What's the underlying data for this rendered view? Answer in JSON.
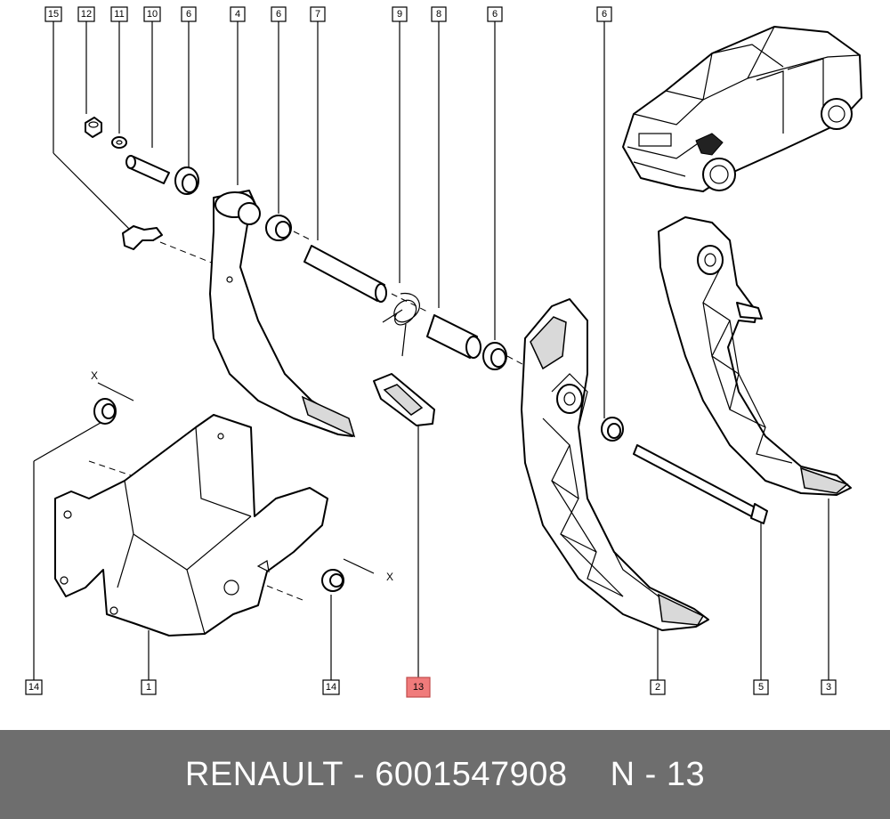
{
  "diagram": {
    "callouts": [
      {
        "id": "15",
        "highlight": false
      },
      {
        "id": "12",
        "highlight": false
      },
      {
        "id": "11",
        "highlight": false
      },
      {
        "id": "10",
        "highlight": false
      },
      {
        "id": "6a",
        "label": "6",
        "highlight": false
      },
      {
        "id": "4",
        "highlight": false
      },
      {
        "id": "6b",
        "label": "6",
        "highlight": false
      },
      {
        "id": "7",
        "highlight": false
      },
      {
        "id": "9",
        "highlight": false
      },
      {
        "id": "8",
        "highlight": false
      },
      {
        "id": "6c",
        "label": "6",
        "highlight": false
      },
      {
        "id": "6d",
        "label": "6",
        "highlight": false
      },
      {
        "id": "14a",
        "label": "14",
        "highlight": false
      },
      {
        "id": "1",
        "highlight": false
      },
      {
        "id": "14b",
        "label": "14",
        "highlight": false
      },
      {
        "id": "13",
        "highlight": true
      },
      {
        "id": "2",
        "highlight": false
      },
      {
        "id": "5",
        "highlight": false
      },
      {
        "id": "3",
        "highlight": false
      }
    ],
    "labels": {
      "c15": "15",
      "c12": "12",
      "c11": "11",
      "c10": "10",
      "c6a": "6",
      "c4": "4",
      "c6b": "6",
      "c7": "7",
      "c9": "9",
      "c8": "8",
      "c6c": "6",
      "c6d": "6",
      "c14a": "14",
      "c1": "1",
      "c14b": "14",
      "c13": "13",
      "c2": "2",
      "c5": "5",
      "c3": "3"
    },
    "axis_marks": {
      "x1": "X",
      "x2": "X"
    },
    "highlight_color": "#f07b7b"
  },
  "footer": {
    "brand": "RENAULT",
    "separator": "-",
    "part_number": "6001547908",
    "ref_label": "N",
    "ref_separator": "-",
    "ref_number": "13",
    "background": "#6e6e6e"
  }
}
